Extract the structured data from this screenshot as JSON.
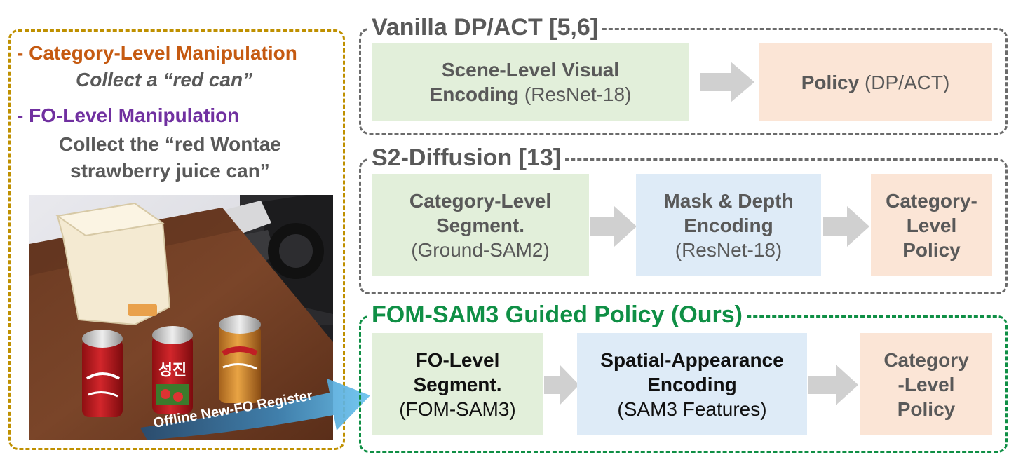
{
  "left_panel": {
    "category_heading": "- Category-Level Manipulation",
    "category_instruction": "Collect a “red can”",
    "fo_heading": "- FO-Level Manipulation",
    "fo_instruction_line1": "Collect the “red Wontae",
    "fo_instruction_line2": "strawberry juice can”",
    "photo_can_label": "성진",
    "register_label": "Offline New-FO Register"
  },
  "vanilla": {
    "title": "Vanilla DP/ACT  [5,6]",
    "encoding_line1": "Scene-Level Visual",
    "encoding_line2": "Encoding",
    "encoding_detail": "(ResNet-18)",
    "policy_label": "Policy",
    "policy_detail": "(DP/ACT)"
  },
  "s2": {
    "title": "S2-Diffusion [13]",
    "segment_line1": "Category-Level",
    "segment_line2": "Segment.",
    "segment_detail": "(Ground-SAM2)",
    "encoding_line1": "Mask & Depth",
    "encoding_line2": "Encoding",
    "encoding_detail": "(ResNet-18)",
    "policy_line1": "Category-",
    "policy_line2": "Level",
    "policy_line3": "Policy"
  },
  "ours": {
    "title": "FOM-SAM3 Guided Policy (Ours)",
    "segment_line1": "FO-Level",
    "segment_line2": "Segment.",
    "segment_detail": "(FOM-SAM3)",
    "encoding_line1": "Spatial-Appearance",
    "encoding_line2": "Encoding",
    "encoding_detail": "(SAM3 Features)",
    "policy_line1": "Category",
    "policy_line2": "-Level",
    "policy_line3": "Policy"
  },
  "colors": {
    "category_orange": "#c55a11",
    "fo_purple": "#7030a0",
    "ours_green": "#0f8f45",
    "left_frame_gold": "#bf9000",
    "gray_frame": "#6b6b6b",
    "box_green": "#e2efda",
    "box_blue": "#deebf7",
    "box_peach": "#fbe5d6",
    "arrow_gray": "#d0d0d0",
    "register_arrow_blue": "#5fb0dd"
  }
}
